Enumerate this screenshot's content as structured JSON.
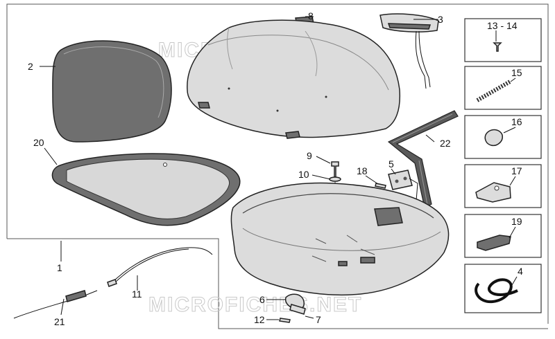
{
  "watermark": "MICROFICHES.NET",
  "labels": {
    "l1": "1",
    "l2": "2",
    "l3": "3",
    "l4": "4",
    "l5": "5",
    "l6": "6",
    "l7": "7",
    "l8": "8",
    "l9": "9",
    "l10": "10",
    "l11": "11",
    "l12": "12",
    "l13_14": "13 - 14",
    "l15": "15",
    "l16": "16",
    "l17": "17",
    "l18": "18",
    "l19": "19",
    "l20": "20",
    "l21": "21",
    "l22": "22"
  }
}
